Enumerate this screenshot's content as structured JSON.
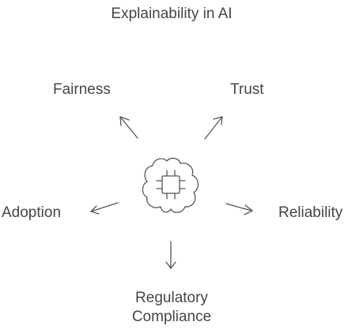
{
  "diagram": {
    "title": "Explainability in AI",
    "nodes": {
      "fairness": "Fairness",
      "trust": "Trust",
      "adoption": "Adoption",
      "reliability": "Reliability",
      "regulatory_line1": "Regulatory",
      "regulatory_line2": "Compliance"
    },
    "center_icon": "brain-chip-icon",
    "colors": {
      "text": "#454545",
      "stroke": "#555555"
    }
  }
}
